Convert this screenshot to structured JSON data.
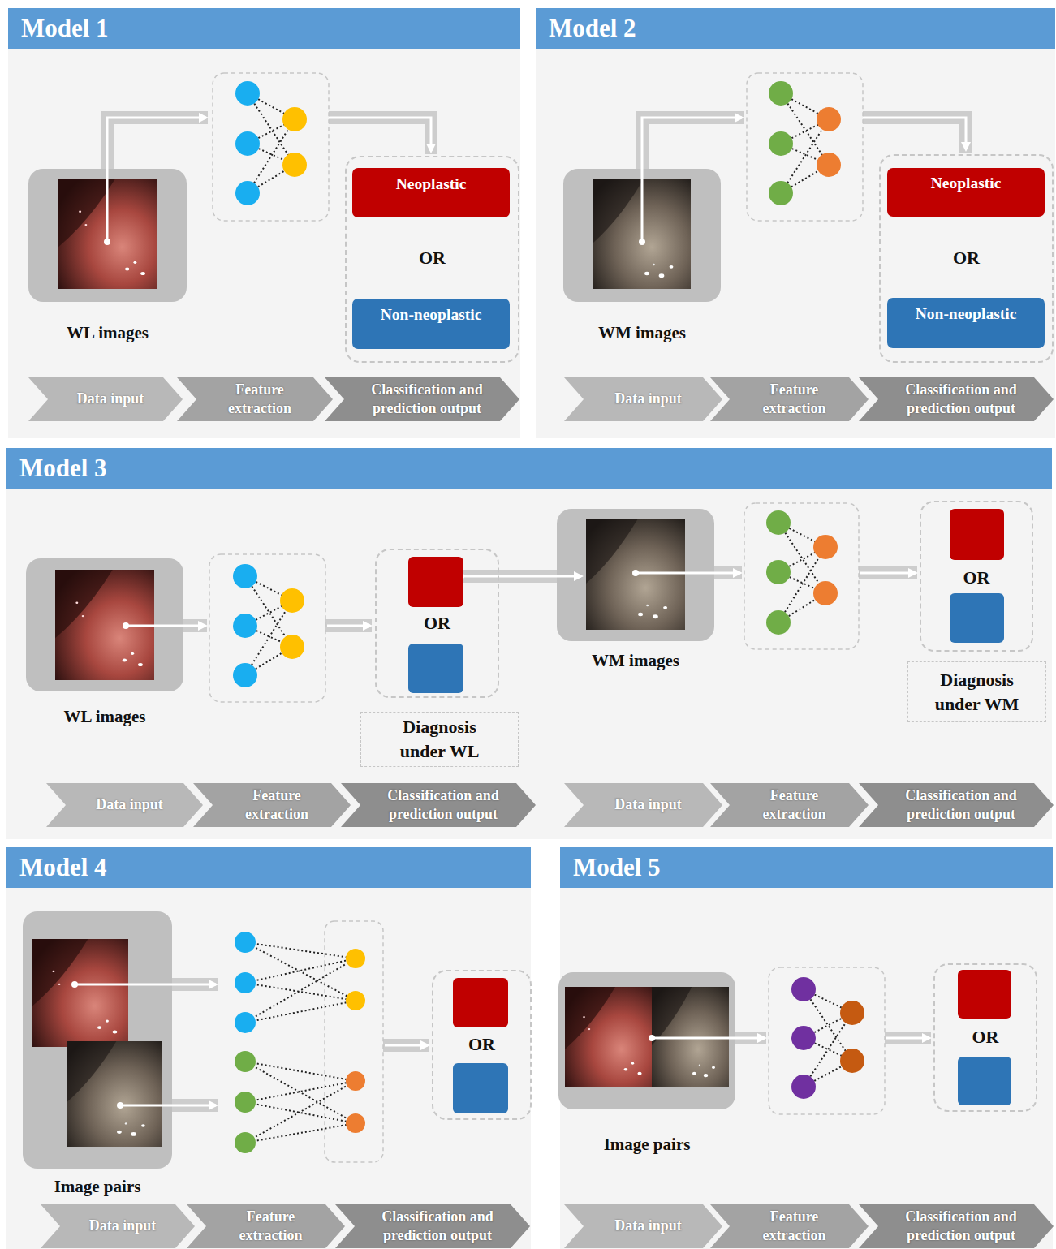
{
  "diagram": {
    "nodes": [
      {
        "text": [
          "Model 1"
        ]
      },
      {
        "text": [
          "WL images"
        ]
      },
      {
        "text": [
          "OR"
        ]
      },
      {
        "text": [
          "Neoplastic"
        ],
        "in": 2
      },
      {
        "text": [
          "Non-neoplastic"
        ],
        "in": 2
      },
      {
        "text": [
          "Data input"
        ]
      },
      {
        "text": [
          "Feature extraction"
        ]
      },
      {
        "text": [
          "Classification and prediction output"
        ]
      },
      {
        "text": [
          "Model 2"
        ]
      },
      {
        "text": [
          "WM images"
        ]
      },
      {
        "text": [
          "OR"
        ]
      },
      {
        "text": [
          "Neoplastic"
        ],
        "in": 10
      },
      {
        "text": [
          "Non-neoplastic"
        ],
        "in": 10
      },
      {
        "text": [
          "Data input"
        ]
      },
      {
        "text": [
          "Feature extraction"
        ]
      },
      {
        "text": [
          "Classification and prediction output"
        ]
      },
      {
        "text": [
          "Model 3"
        ]
      },
      {
        "text": [
          "WL images"
        ]
      },
      {
        "text": [
          "OR"
        ]
      },
      {
        "text": [
          "Diagnosis under WL"
        ]
      },
      {
        "text": [
          "WM images"
        ]
      },
      {
        "text": [
          "OR"
        ]
      },
      {
        "text": [
          "Diagnosis under WM"
        ]
      },
      {
        "text": [
          "Data input"
        ]
      },
      {
        "text": [
          "Feature extraction"
        ]
      },
      {
        "text": [
          "Classification and prediction output"
        ]
      },
      {
        "text": [
          "Data input"
        ]
      },
      {
        "text": [
          "Feature extraction"
        ]
      },
      {
        "text": [
          "Classification and prediction output"
        ]
      },
      {
        "text": [
          "Model 4"
        ]
      },
      {
        "text": [
          "Image pairs"
        ]
      },
      {
        "text": [
          "OR"
        ]
      },
      {
        "text": [
          "Data input"
        ]
      },
      {
        "text": [
          "Feature extraction"
        ]
      },
      {
        "text": [
          "Classification and prediction output"
        ]
      },
      {
        "text": [
          "Model 5"
        ]
      },
      {
        "text": [
          "Image pairs"
        ]
      },
      {
        "text": [
          "OR"
        ]
      },
      {
        "text": [
          "Data input"
        ]
      },
      {
        "text": [
          "Feature extraction"
        ]
      },
      {
        "text": [
          "Classification and prediction output"
        ]
      }
    ]
  }
}
